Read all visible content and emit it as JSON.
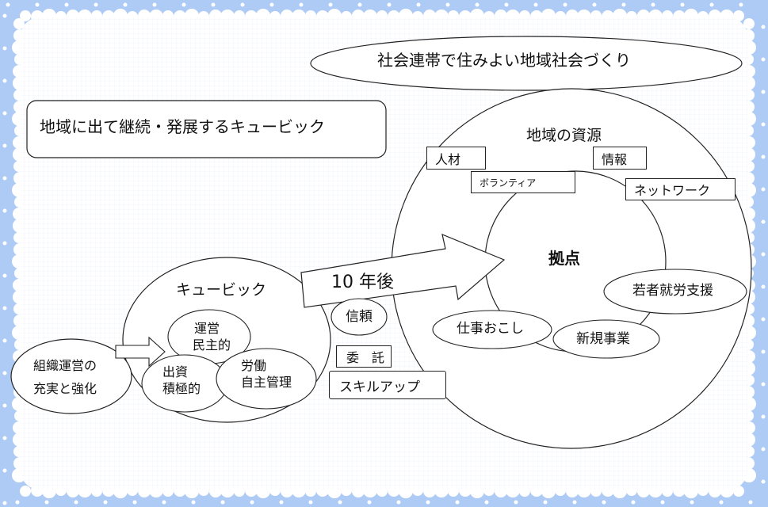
{
  "diagram": {
    "header_goal": "社会連帯で住みよい地域社会づくり",
    "title": "地域に出て継続・発展するキュービック",
    "cubic": {
      "label": "キュービック",
      "sub_top": [
        "運営",
        "民主的"
      ],
      "sub_left": [
        "出資",
        "積極的"
      ],
      "sub_right": [
        "労働",
        "自主管理"
      ]
    },
    "origin": [
      "組織運営の",
      "充実と強化"
    ],
    "arrow_label": "10 年後",
    "middle_items": [
      "信頼",
      "委　託",
      "スキルアップ"
    ],
    "resources": {
      "label": "地域の資源",
      "items": [
        "人材",
        "情報",
        "ボランティア",
        "ネットワーク"
      ]
    },
    "hub": {
      "label": "拠点",
      "activities": [
        "若者就労支援",
        "仕事おこし",
        "新規事業"
      ]
    }
  },
  "colors": {
    "border_blue": "#aecbf5",
    "bubble_white": "#ffffff",
    "stroke": "#222222",
    "grid": "#e6edf7"
  }
}
